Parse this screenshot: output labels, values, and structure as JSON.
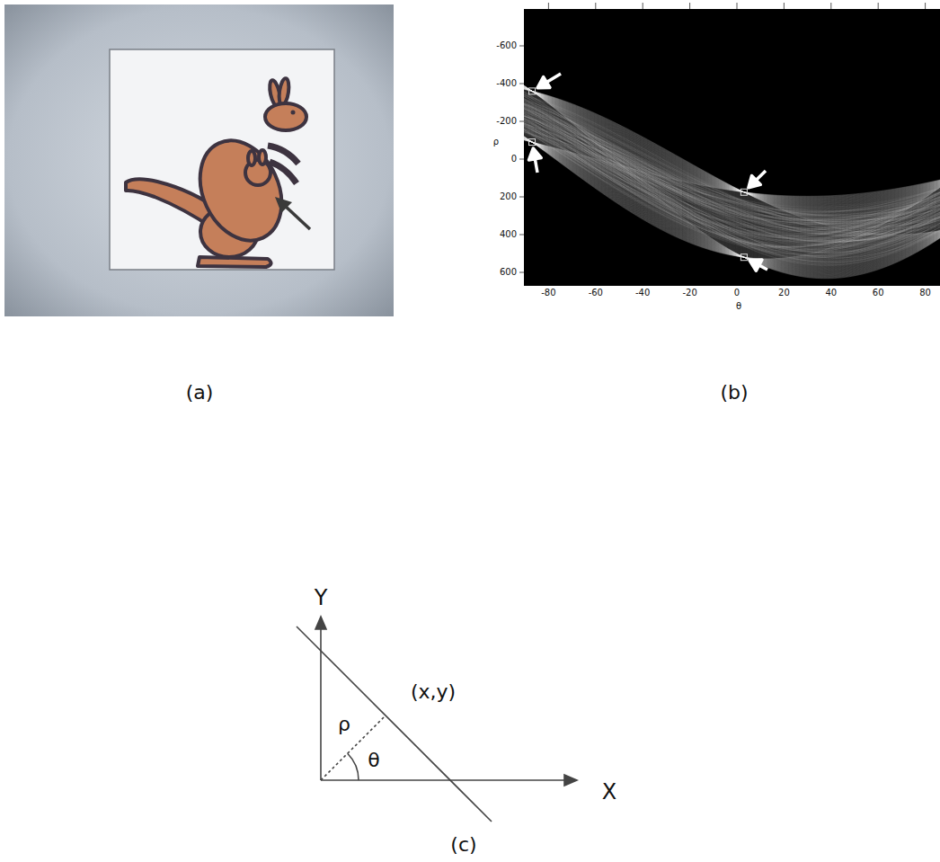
{
  "diagram": {
    "labels": [
      "(a)",
      "(b)",
      "(c)",
      "-600",
      "-400",
      "-200",
      "0",
      "200",
      "400",
      "600",
      "-80",
      "-60",
      "-40",
      "-20",
      "0",
      "20",
      "40",
      "60",
      "80",
      "ρ",
      "θ",
      "Y",
      "X",
      "ρ",
      "θ",
      "(x,y)"
    ]
  }
}
